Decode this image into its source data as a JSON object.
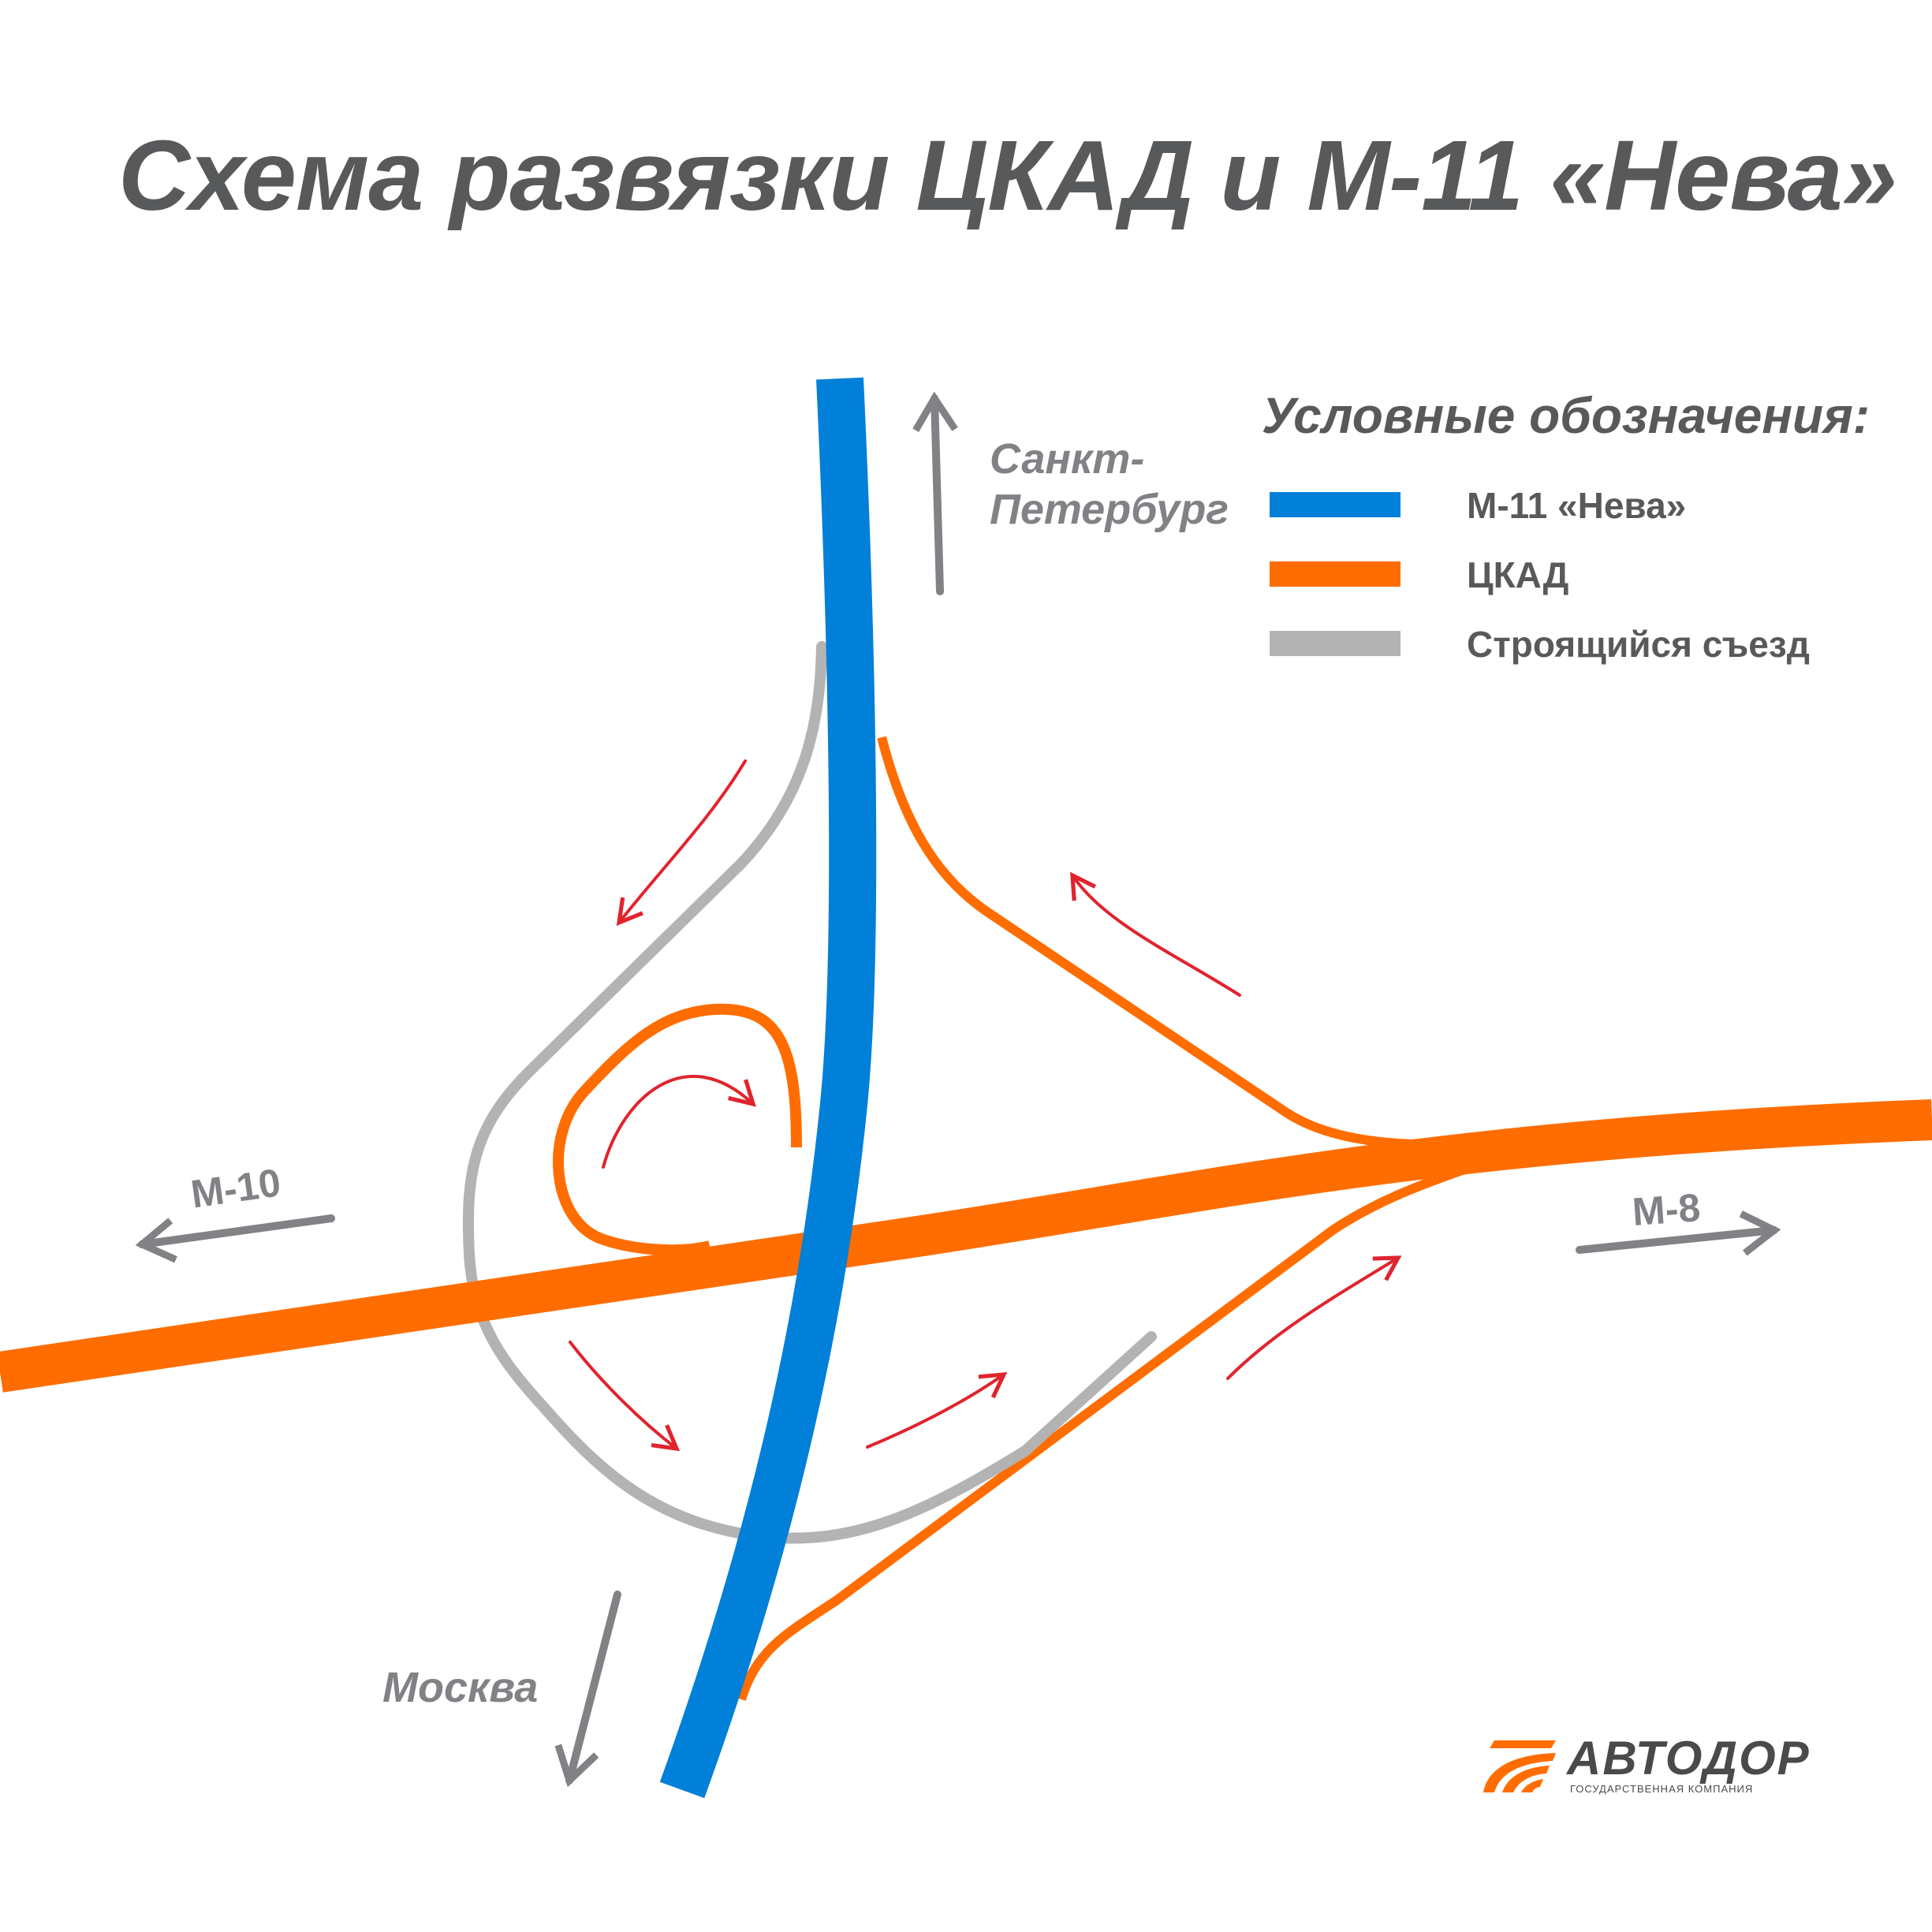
{
  "title": "Схема развязки ЦКАД и М-11 «Нева»",
  "legend": {
    "title": "Условные обозначения:",
    "items": [
      {
        "label": "М-11 «Нева»",
        "color": "#0080d8"
      },
      {
        "label": "ЦКАД",
        "color": "#ff6d00"
      },
      {
        "label": "Строящийся съезд",
        "color": "#b3b3b3"
      }
    ]
  },
  "directions": {
    "north_line1": "Санкт-",
    "north_line2": "Петербург",
    "south": "Москва",
    "west": "М-10",
    "east": "М-8"
  },
  "colors": {
    "m11": "#0080d8",
    "ckad": "#ff6d00",
    "ramp_under_construction": "#b3b3b3",
    "flow_arrow": "#e0242e",
    "direction_arrow": "#808285",
    "text": "#58595b"
  },
  "logo": {
    "name": "АВТОДОР",
    "subtitle": "ГОСУДАРСТВЕННАЯ КОМПАНИЯ"
  }
}
